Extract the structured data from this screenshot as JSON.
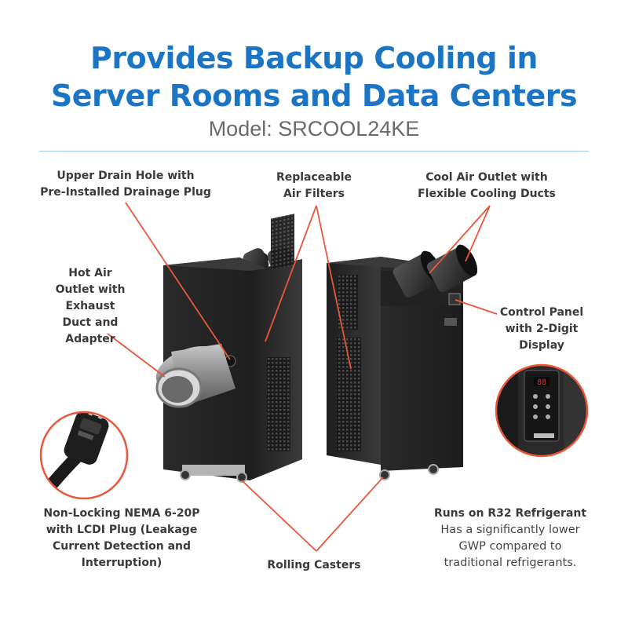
{
  "header": {
    "title_line1": "Provides Backup Cooling in",
    "title_line2": "Server Rooms and Data Centers",
    "model": "Model: SRCOOL24KE"
  },
  "callouts": {
    "upper_drain": [
      "Upper Drain Hole with",
      "Pre-Installed Drainage Plug"
    ],
    "air_filters": [
      "Replaceable",
      "Air Filters"
    ],
    "cool_air": [
      "Cool Air Outlet with",
      "Flexible Cooling Ducts"
    ],
    "hot_air": [
      "Hot Air",
      "Outlet with",
      "Exhaust",
      "Duct and",
      "Adapter"
    ],
    "control_panel": [
      "Control Panel",
      "with 2-Digit",
      "Display"
    ],
    "plug": [
      "Non-Locking NEMA 6-20P",
      "with LCDI Plug (Leakage",
      "Current Detection and",
      "Interruption)"
    ],
    "casters": [
      "Rolling Casters"
    ],
    "refrigerant_title": "Runs on R32 Refrigerant",
    "refrigerant_body": [
      "Has a significantly lower",
      "GWP compared to",
      "traditional refrigerants."
    ]
  },
  "colors": {
    "title": "#1b74c4",
    "callout_line": "#e8573a",
    "unit_body": "#2b2b2b"
  },
  "panel_display": "88",
  "icons": [
    "plug-image",
    "control-panel-image",
    "air-conditioner-unit-image"
  ]
}
